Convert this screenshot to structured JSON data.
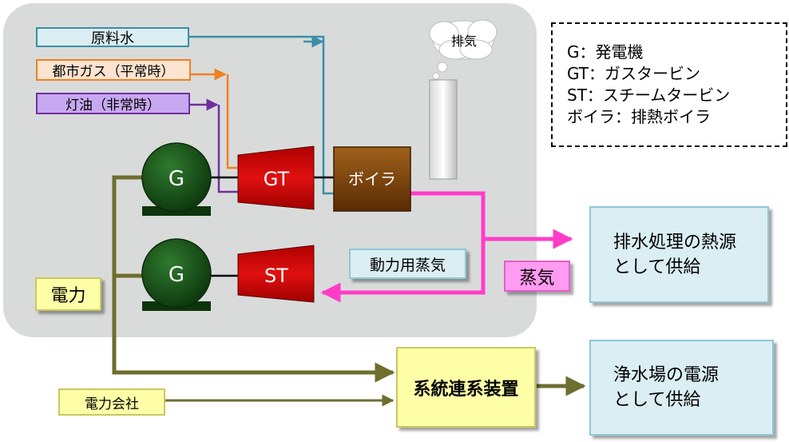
{
  "sources": {
    "raw_water": "原料水",
    "city_gas": "都市ガス（平常時）",
    "kerosene": "灯油（非常時）"
  },
  "exhaust": "排気",
  "equipment": {
    "generator_1": "G",
    "generator_2": "G",
    "gas_turbine": "GT",
    "steam_turbine": "ST",
    "boiler": "ボイラ"
  },
  "labels": {
    "power_steam": "動力用蒸気",
    "steam": "蒸気",
    "electricity": "電力",
    "power_company": "電力会社",
    "grid_interconnection": "系統連系装置"
  },
  "outputs": {
    "wastewater_heat_line1": "排水処理の熱源",
    "wastewater_heat_line2": "として供給",
    "plant_power_line1": "浄水場の電源",
    "plant_power_line2": "として供給"
  },
  "legend": [
    "G：発電機",
    "GT：ガスタービン",
    "ST：スチームタービン",
    "ボイラ：排熱ボイラ"
  ],
  "colors": {
    "plant_bg": "#d9dbdb",
    "water": "#3b8ea5",
    "gas": "#f08020",
    "kerosene": "#7030a0",
    "steam": "#ff3cc8",
    "power": "#6e6e2e",
    "turbine": "#c00000",
    "boiler": "#8a4a10",
    "generator": "#1e5b1e",
    "output_box": "#daeef3",
    "yellow_box": "#ffffa8"
  }
}
